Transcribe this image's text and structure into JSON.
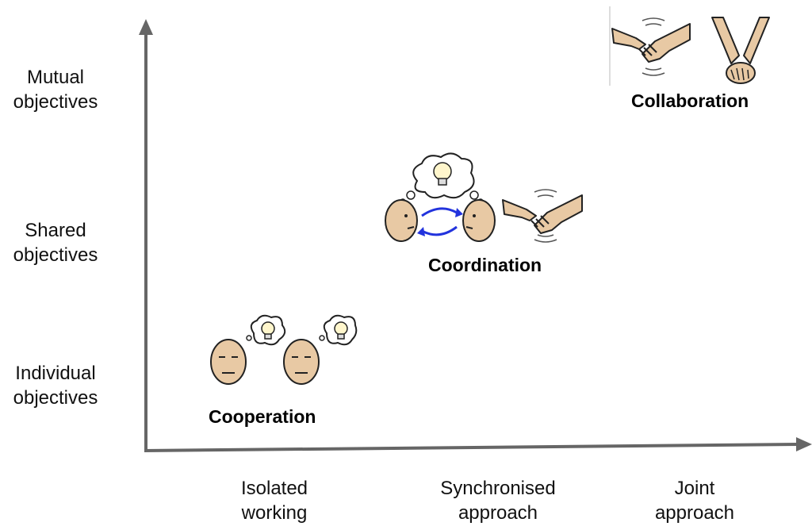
{
  "y_axis": {
    "levels": [
      {
        "line1": "Mutual",
        "line2": "objectives"
      },
      {
        "line1": "Shared",
        "line2": "objectives"
      },
      {
        "line1": "Individual",
        "line2": "objectives"
      }
    ]
  },
  "x_axis": {
    "levels": [
      {
        "line1": "Isolated",
        "line2": "working"
      },
      {
        "line1": "Synchronised",
        "line2": "approach"
      },
      {
        "line1": "Joint",
        "line2": "approach"
      }
    ]
  },
  "categories": {
    "collaboration": "Collaboration",
    "coordination": "Coordination",
    "cooperation": "Cooperation"
  },
  "colors": {
    "axis": "#666666",
    "skin": "#e8c9a4",
    "arrow": "#2233dd"
  },
  "icons": [
    "handshake-icon",
    "holding-hands-icon",
    "thinking-head-icon",
    "lightbulb-icon",
    "exchange-arrows-icon"
  ]
}
